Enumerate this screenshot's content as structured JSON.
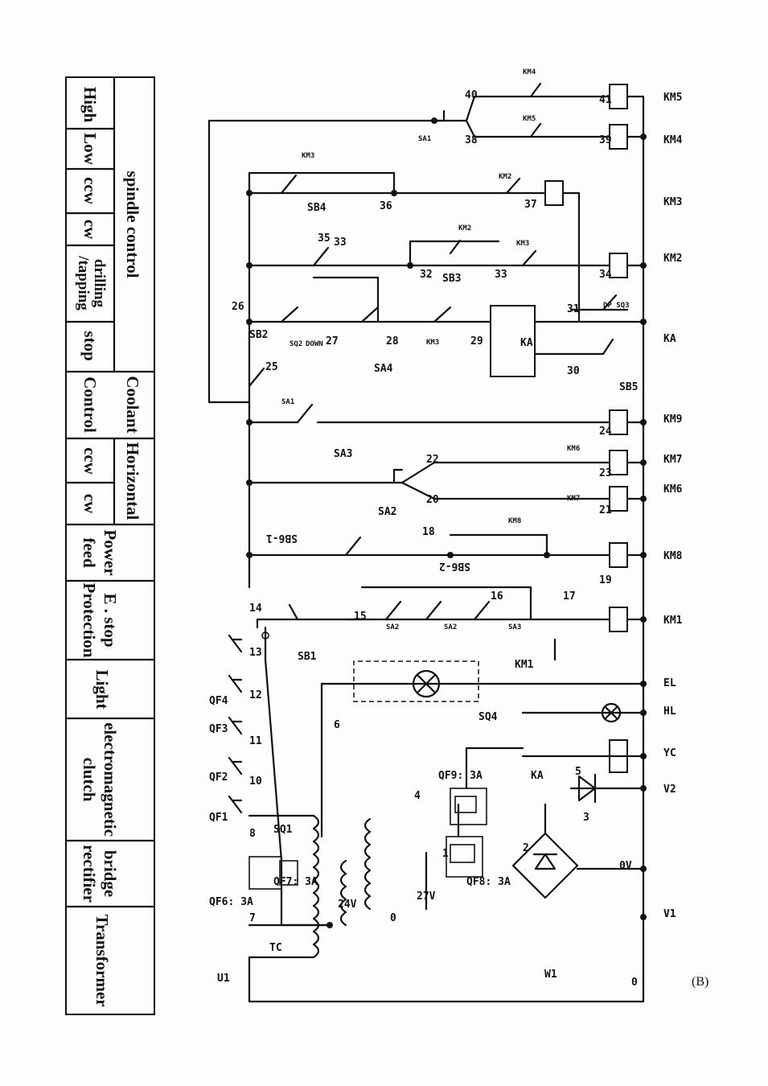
{
  "table": {
    "transformer": "Transformer",
    "bridge_rectifier": [
      "bridge",
      "rectifier"
    ],
    "em_clutch": [
      "electromagnetic",
      "clutch"
    ],
    "light": "Light",
    "estop": [
      "E . stop",
      "Protection"
    ],
    "power_feed": [
      "Power",
      "feed"
    ],
    "horizontal": "Horizontal",
    "horizontal_cw": "cw",
    "horizontal_ccw": "ccw",
    "coolant": "Coolant",
    "coolant_control": "Control",
    "spindle_control": "spindle control",
    "spindle_stop": "stop",
    "spindle_drilling": [
      "drilling",
      "/tapping"
    ],
    "spindle_cw": "cw",
    "spindle_ccw": "ccw",
    "spindle_low": "Low",
    "spindle_high": "High"
  },
  "rail_labels": {
    "u1": "U1",
    "w1": "W1",
    "zero": "0",
    "tc": "TC",
    "v24": "24V",
    "v27": "27V",
    "zero_tap": "0",
    "zero_v": "0V",
    "v1": "V1",
    "v2": "V2",
    "yc": "YC",
    "hl": "HL",
    "el": "EL",
    "km1": "KM1",
    "km8": "KM8",
    "km6": "KM6",
    "km7": "KM7",
    "km9": "KM9",
    "ka": "KA",
    "km2": "KM2",
    "km3": "KM3",
    "km4": "KM4",
    "km5": "KM5"
  },
  "protection": {
    "qf6": "QF6: 3A",
    "qf7": "QF7: 3A",
    "sq1": "SQ1",
    "qf8": "QF8: 3A",
    "qf9": "QF9: 3A",
    "qf1": "QF1",
    "qf2": "QF2",
    "qf3": "QF3",
    "qf4": "QF4"
  },
  "wire_numbers": {
    "w1": "1",
    "w2": "2",
    "w3": "3",
    "w4": "4",
    "w5": "5",
    "w6": "6",
    "w7": "7",
    "w8": "8",
    "w10": "10",
    "w11": "11",
    "w12": "12",
    "w13": "13",
    "w14": "14",
    "w15": "15",
    "w16": "16",
    "w17": "17",
    "w18": "18",
    "w19": "19",
    "w20": "20",
    "w21": "21",
    "w22": "22",
    "w23": "23",
    "w24": "24",
    "w25": "25",
    "w26": "26",
    "w27": "27",
    "w28": "28",
    "w29": "29",
    "w30": "30",
    "w31": "31",
    "w32": "32",
    "w33": "33",
    "w34": "34",
    "w35": "35",
    "w36": "36",
    "w37": "37",
    "w38": "38",
    "w39": "39",
    "w40": "40",
    "w41": "41"
  },
  "devices": {
    "sb1": "SB1",
    "sb2": "SB2",
    "sb3": "SB3",
    "sb4": "SB4",
    "sb5": "SB5",
    "sb6_1": "SB6-1",
    "sb6_2": "SB6-2",
    "sa1": "SA1",
    "sa2": "SA2",
    "sa3": "SA3",
    "sa4": "SA4",
    "ka_coil": "KA",
    "ka_contact": "KA",
    "sq2": "SQ2",
    "down": "DOWN",
    "sq3": "DP SQ3",
    "sq4": "SQ4",
    "km1_contact": "KM1",
    "km8_contact": "KM8",
    "km6_contact": "KM6",
    "km7_contact": "KM7",
    "km2_contact": "KM2",
    "km3_contact": "KM3",
    "km4_contact": "KM4",
    "km5_contact": "KM5",
    "sa2_s": "SA2",
    "sa3_s": "SA3"
  },
  "caption": "(B)",
  "colors": {
    "ink": "#111111",
    "paper": "#fdfdfb"
  }
}
